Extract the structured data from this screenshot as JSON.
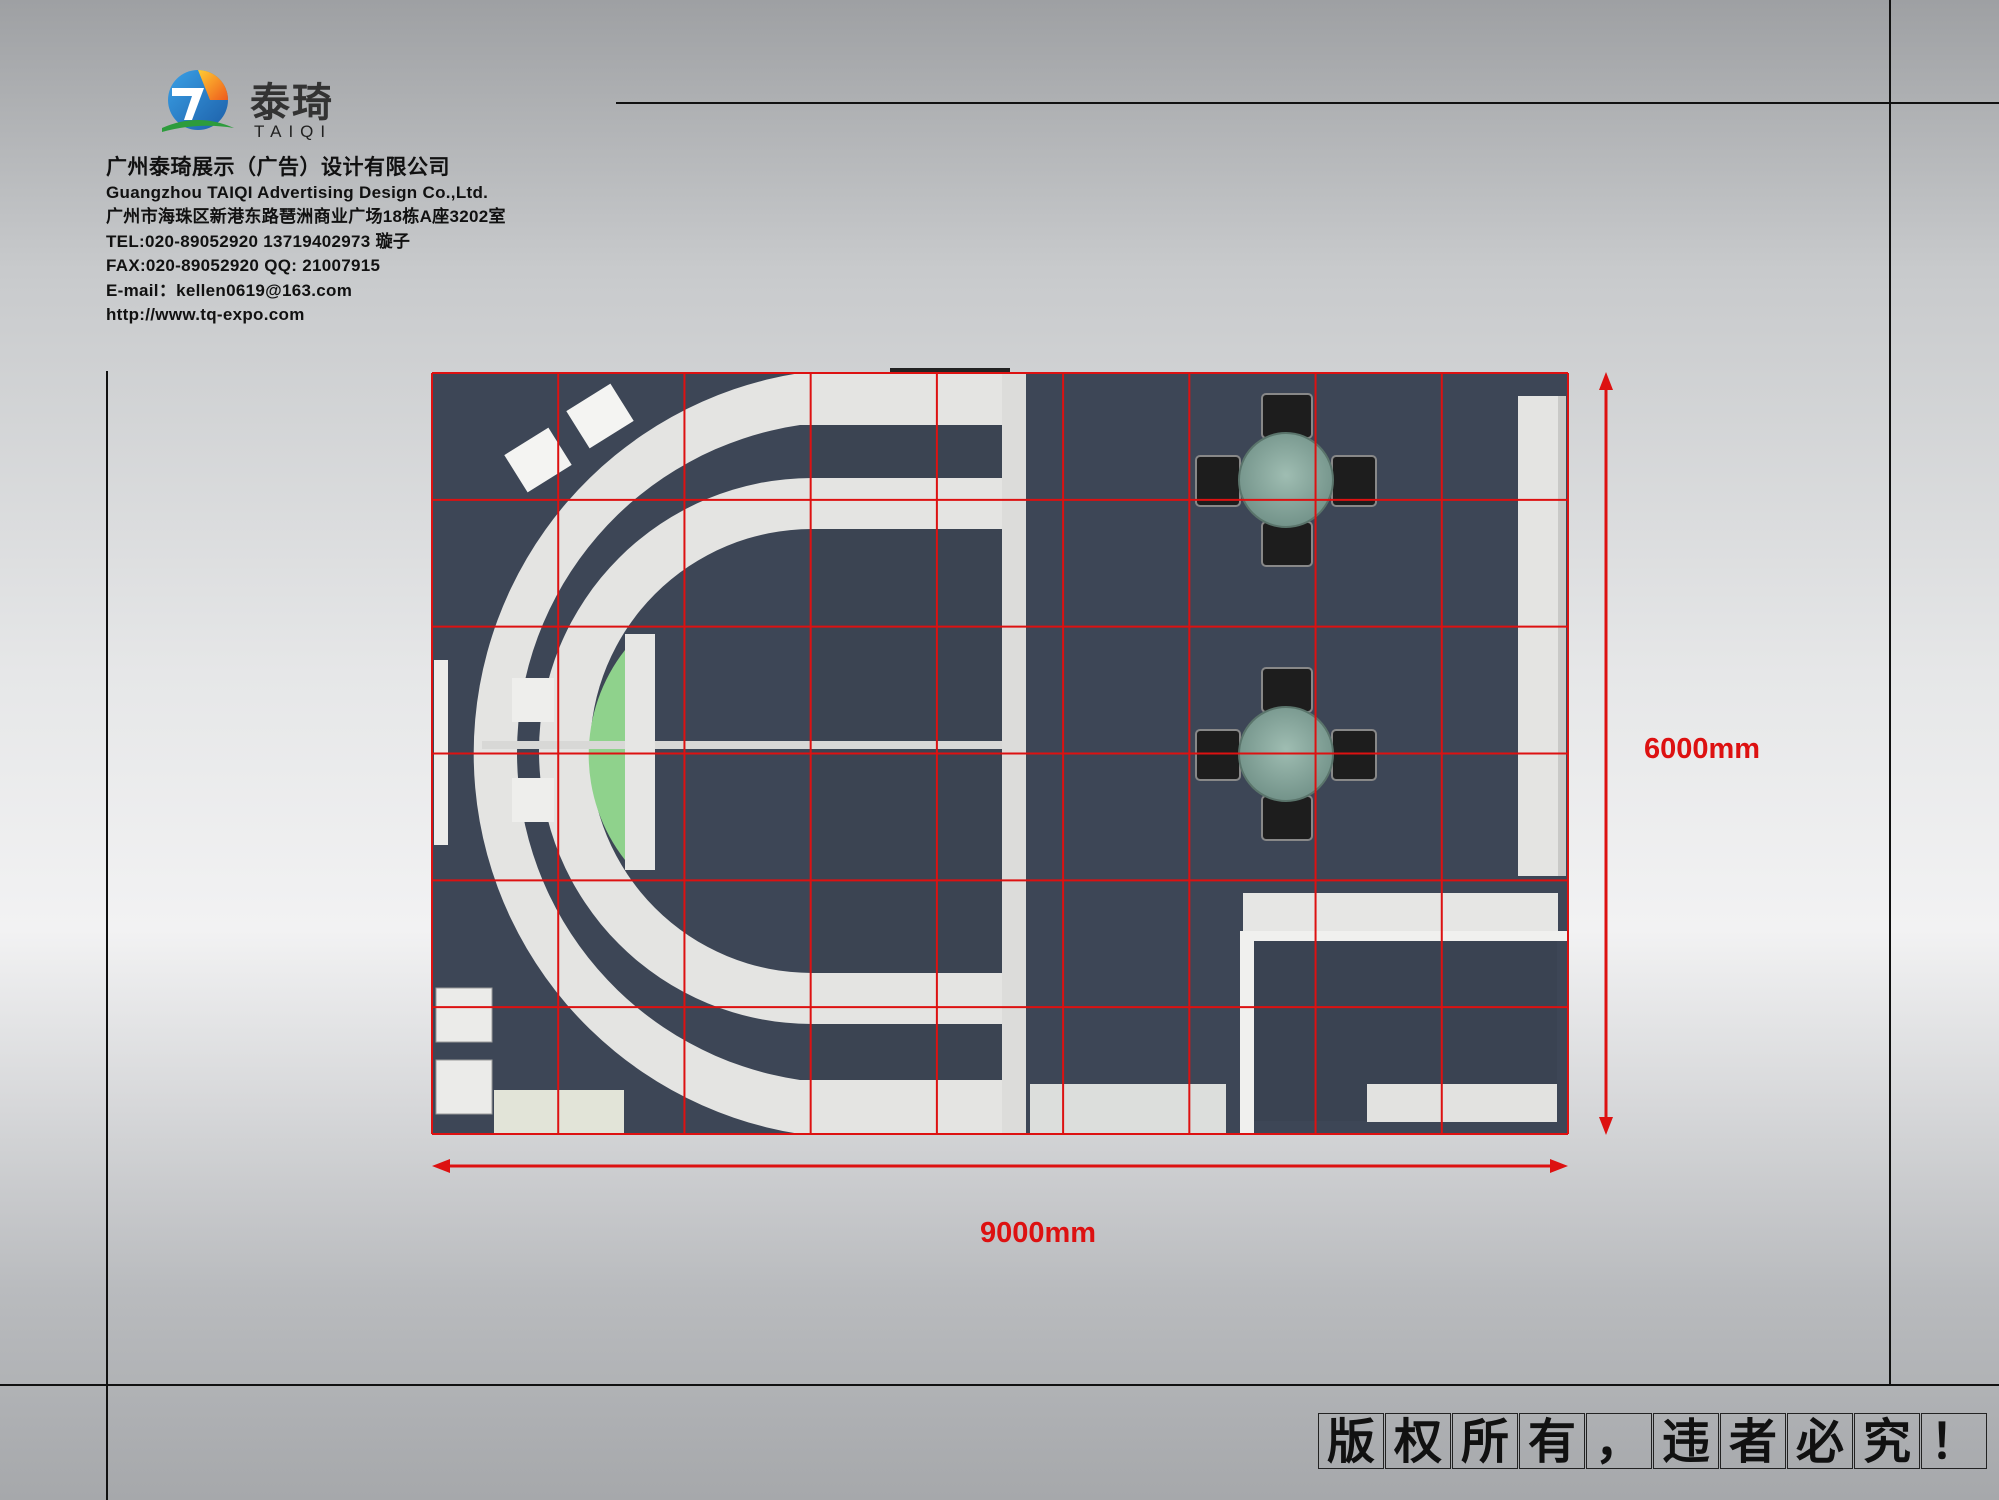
{
  "company": {
    "logo_cn": "泰琦",
    "logo_en": "TAIQI",
    "name_cn": "广州泰琦展示（广告）设计有限公司",
    "name_en": "Guangzhou TAIQI Advertising Design Co.,Ltd.",
    "address": "广州市海珠区新港东路琶洲商业广场18栋A座3202室",
    "tel": "TEL:020-89052920  13719402973 璇子",
    "fax": "FAX:020-89052920   QQ: 21007915",
    "email": "E-mail：kellen0619@163.com",
    "web": "http://www.tq-expo.com"
  },
  "dimensions": {
    "width_label": "9000mm",
    "height_label": "6000mm"
  },
  "copyright": [
    "版",
    "权",
    "所",
    "有",
    "，",
    "违",
    "者",
    "必",
    "究",
    "！"
  ],
  "colors": {
    "carpet": "#3d4656",
    "counter": "#e4e4e2",
    "grid_line": "#dd1111",
    "dimension": "#dd1111",
    "table_top": "#7f9d93",
    "chair": "#1d1d1d",
    "accent_green": "#8fd28c"
  }
}
